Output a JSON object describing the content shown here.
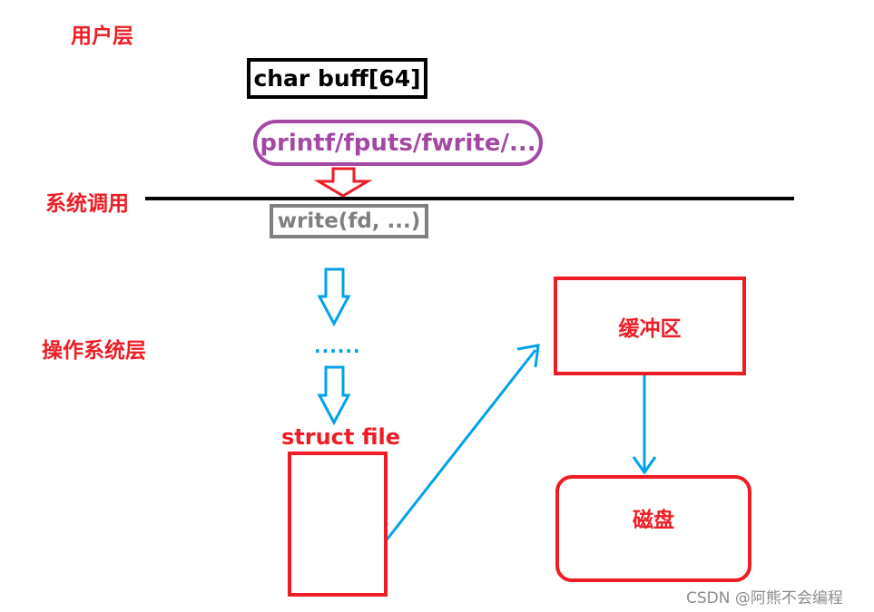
{
  "layers": {
    "user": "用户层",
    "syscall": "系统调用",
    "os": "操作系统层"
  },
  "nodes": {
    "buffer": "char buff[64]",
    "libcalls": "printf/fputs/fwrite/...",
    "write": "write(fd, ...)",
    "ellipsis": "......",
    "struct_file_label": "struct file",
    "kernel_buffer": "缓冲区",
    "disk": "磁盘"
  },
  "watermark": "CSDN @阿熊不会编程",
  "colors": {
    "red": "#ee1c24",
    "purple": "#a349a4",
    "gray": "#7f7f7f",
    "blue": "#00a2e8",
    "black": "#000000"
  }
}
